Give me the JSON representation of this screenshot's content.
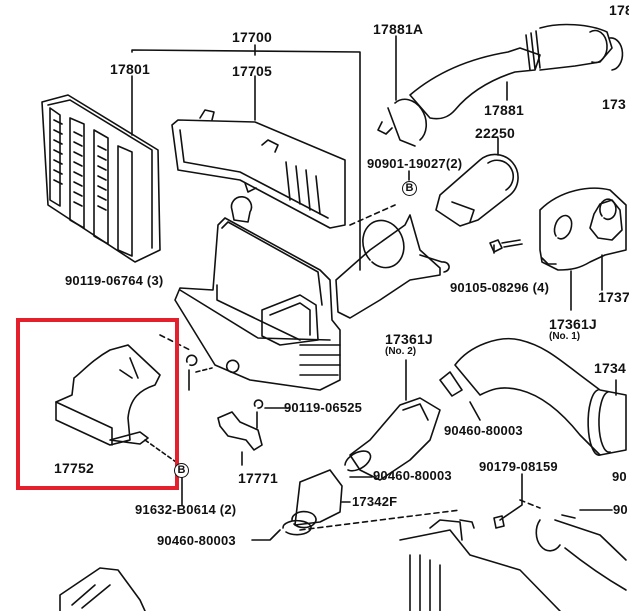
{
  "diagram": {
    "title": "Air cleaner & intake parts diagram",
    "highlight_color": "#e3202b",
    "highlighted_part": "17752",
    "labels": {
      "p17700": "17700",
      "p17705": "17705",
      "p17801": "17801",
      "p17881A": "17881A",
      "p17881": "17881",
      "p22250": "22250",
      "p90901": "90901-19027(2)",
      "p90105": "90105-08296 (4)",
      "p90119_06764": "90119-06764 (3)",
      "p17361J_1": "17361J",
      "p17361J_1_sub": "(No. 1)",
      "p17361J_2": "17361J",
      "p17361J_2_sub": "(No. 2)",
      "p90119_06525": "90119-06525",
      "p90460_a": "90460-80003",
      "p90460_b": "90460-80003",
      "p90460_c": "90460-80003",
      "p17771": "17771",
      "p17752": "17752",
      "p91632": "91632-B0614 (2)",
      "p17342F": "17342F",
      "p90179": "90179-08159",
      "cut_178": "178",
      "cut_173": "173",
      "cut_1737": "1737",
      "cut_1734": "1734",
      "cut_90a": "90",
      "cut_90b": "90"
    },
    "markers": {
      "b1": "B",
      "b2": "B"
    }
  }
}
